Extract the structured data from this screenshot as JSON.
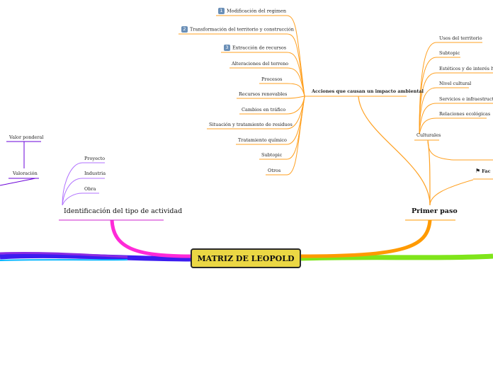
{
  "central": "MATRIZ DE LEOPOLD",
  "left_branch": {
    "title": "Identificación del tipo de actividad",
    "items": [
      "Proyecto",
      "Industria",
      "Obra"
    ],
    "far_left": {
      "valoracion": "Valoración",
      "valor_ponderal": "Valor ponderal"
    }
  },
  "right_branch": {
    "title": "Primer paso",
    "acciones": {
      "title": "Acciones que causan un impacto ambiental",
      "items": [
        {
          "badge": "1",
          "label": "Modificación del regimen"
        },
        {
          "badge": "2",
          "label": "Transformación del territorio y construcción"
        },
        {
          "badge": "3",
          "label": "Extracción de recursos"
        },
        {
          "badge": "",
          "label": "Alteraciones del terreno"
        },
        {
          "badge": "",
          "label": "Procesos"
        },
        {
          "badge": "",
          "label": "Recursos renovables"
        },
        {
          "badge": "",
          "label": "Cambios en tráfico"
        },
        {
          "badge": "",
          "label": "Situación y tratamiento de residuos"
        },
        {
          "badge": "",
          "label": "Tratamiento químico"
        },
        {
          "badge": "",
          "label": "Subtopic"
        },
        {
          "badge": "",
          "label": "Otros"
        }
      ]
    },
    "culturales": {
      "title": "Culturales",
      "items": [
        "Usos del territorio",
        "Subtopic",
        "Estéticos y de interés hum",
        "Nivel cultural",
        "Servicios e infraestructura",
        "Relaciones ecológicas"
      ]
    },
    "fac": "Fac"
  },
  "colors": {
    "central_fill": "#ebd744",
    "left_main": "#ff2ad8",
    "left_sub": "#a818d6",
    "right_main": "#ff9a00",
    "branch_green": "#7fe51a",
    "branch_blue": "#3b1cf0"
  }
}
